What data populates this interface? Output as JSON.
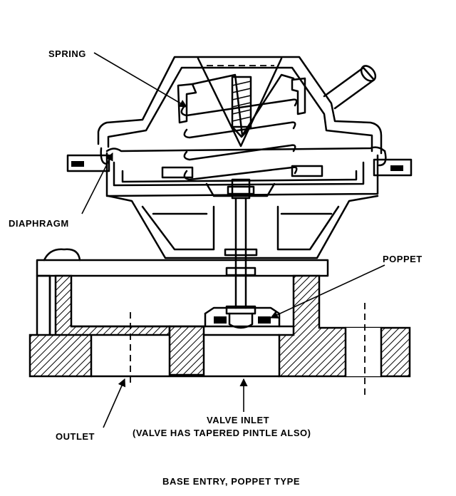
{
  "labels": {
    "spring": "SPRING",
    "diaphragm": "DIAPHRAGM",
    "poppet": "POPPET",
    "outlet": "OUTLET",
    "valve_inlet": "VALVE INLET",
    "valve_inlet_note": "(VALVE HAS TAPERED PINTLE ALSO)"
  },
  "caption": "BASE ENTRY, POPPET TYPE"
}
